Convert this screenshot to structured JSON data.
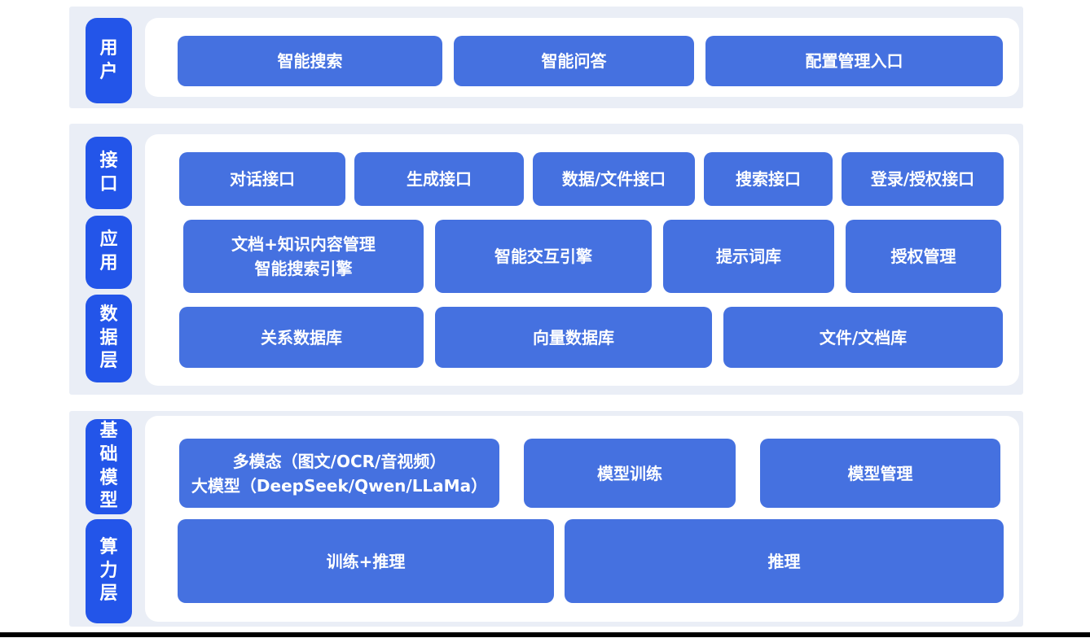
{
  "colors": {
    "band_background": "#eaeef6",
    "layer_label_blue": "#2355e9",
    "block_blue": "#4571e0",
    "card_background": "#ffffff",
    "text_color": "#ffffff",
    "bottom_bar": "#000000"
  },
  "sections": [
    {
      "name": "user-layer",
      "labels": [
        "用户"
      ],
      "rows": [
        {
          "blocks": [
            "智能搜索",
            "智能问答",
            "配置管理入口"
          ]
        }
      ]
    },
    {
      "name": "interface-application-data-layer",
      "labels": [
        "接口",
        "应用",
        "数据层"
      ],
      "rows": [
        {
          "blocks": [
            "对话接口",
            "生成接口",
            "数据/文件接口",
            "搜索接口",
            "登录/授权接口"
          ]
        },
        {
          "blocks": [
            "文档+知识内容管理\n智能搜索引擎",
            "智能交互引擎",
            "提示词库",
            "授权管理"
          ]
        },
        {
          "blocks": [
            "关系数据库",
            "向量数据库",
            "文件/文档库"
          ]
        }
      ]
    },
    {
      "name": "foundation-model-compute-layer",
      "labels": [
        "基础模型",
        "算力层"
      ],
      "rows": [
        {
          "blocks": [
            "多模态（图文/OCR/音视频）\n大模型（DeepSeek/Qwen/LLaMa）",
            "模型训练",
            "模型管理"
          ]
        },
        {
          "blocks": [
            "训练+推理",
            "推理"
          ]
        }
      ]
    }
  ]
}
